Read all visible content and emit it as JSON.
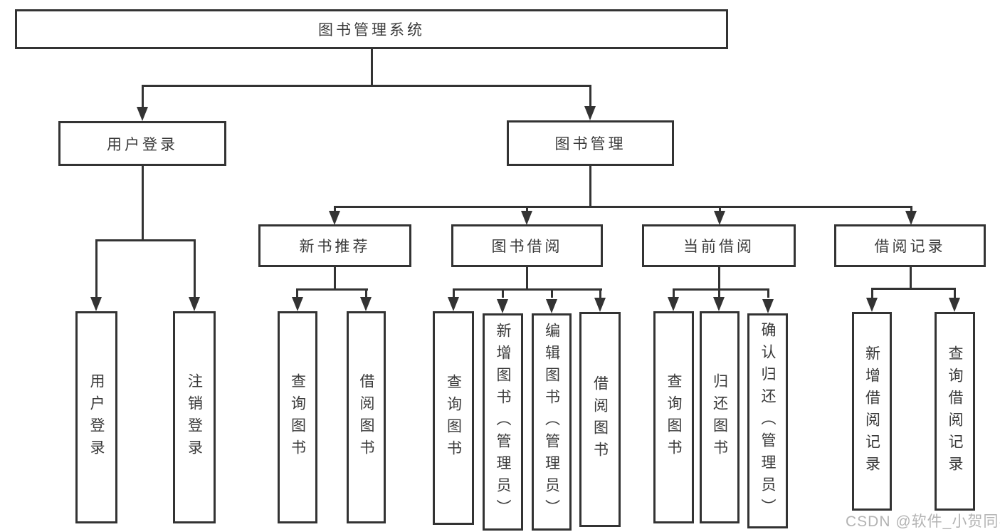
{
  "tree": {
    "root": {
      "label": "图书管理系统"
    },
    "branches": [
      {
        "label": "用户登录",
        "children": [
          {
            "label": "用户登录"
          },
          {
            "label": "注销登录"
          }
        ]
      },
      {
        "label": "图书管理",
        "children": [
          {
            "label": "新书推荐",
            "children": [
              {
                "label": "查询图书"
              },
              {
                "label": "借阅图书"
              }
            ]
          },
          {
            "label": "图书借阅",
            "children": [
              {
                "label": "查询图书"
              },
              {
                "label": "新增图书（管理员）"
              },
              {
                "label": "编辑图书（管理员）"
              },
              {
                "label": "借阅图书"
              }
            ]
          },
          {
            "label": "当前借阅",
            "children": [
              {
                "label": "查询图书"
              },
              {
                "label": "归还图书"
              },
              {
                "label": "确认归还（管理员）"
              }
            ]
          },
          {
            "label": "借阅记录",
            "children": [
              {
                "label": "新增借阅记录"
              },
              {
                "label": "查询借阅记录"
              }
            ]
          }
        ]
      }
    ]
  },
  "watermark": {
    "text": "CSDN @软件_小贺同学"
  },
  "colors": {
    "line": "#333333",
    "text": "#3a3a3a",
    "watermark": "#b3b3b3",
    "background": "#ffffff"
  }
}
